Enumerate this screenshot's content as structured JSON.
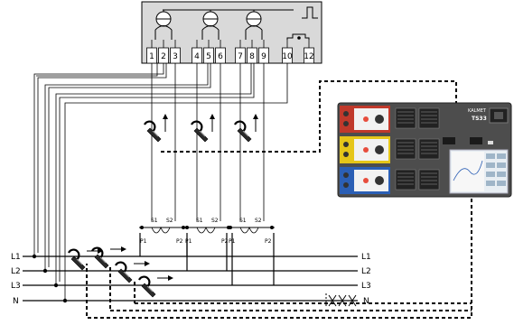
{
  "meter": {
    "terminals": [
      "1",
      "2",
      "3",
      "4",
      "5",
      "6",
      "7",
      "8",
      "9",
      "10",
      "12"
    ],
    "pulse_icon": "square-pulse-icon"
  },
  "lines": {
    "left": [
      "L1",
      "L2",
      "L3",
      "N"
    ],
    "right": [
      "L1",
      "L2",
      "L3",
      "N"
    ]
  },
  "ct_labels": {
    "s1": "S1",
    "s2": "S2",
    "p1": "P1",
    "p2": "P2"
  },
  "device": {
    "brand": "KALMET",
    "model": "TS33"
  },
  "colors": {
    "meter_box": "#d9d9d9",
    "device_body": "#4d4d4d",
    "phase1": "#c0392b",
    "phase2": "#e6c619",
    "phase3": "#2b5fb5"
  }
}
